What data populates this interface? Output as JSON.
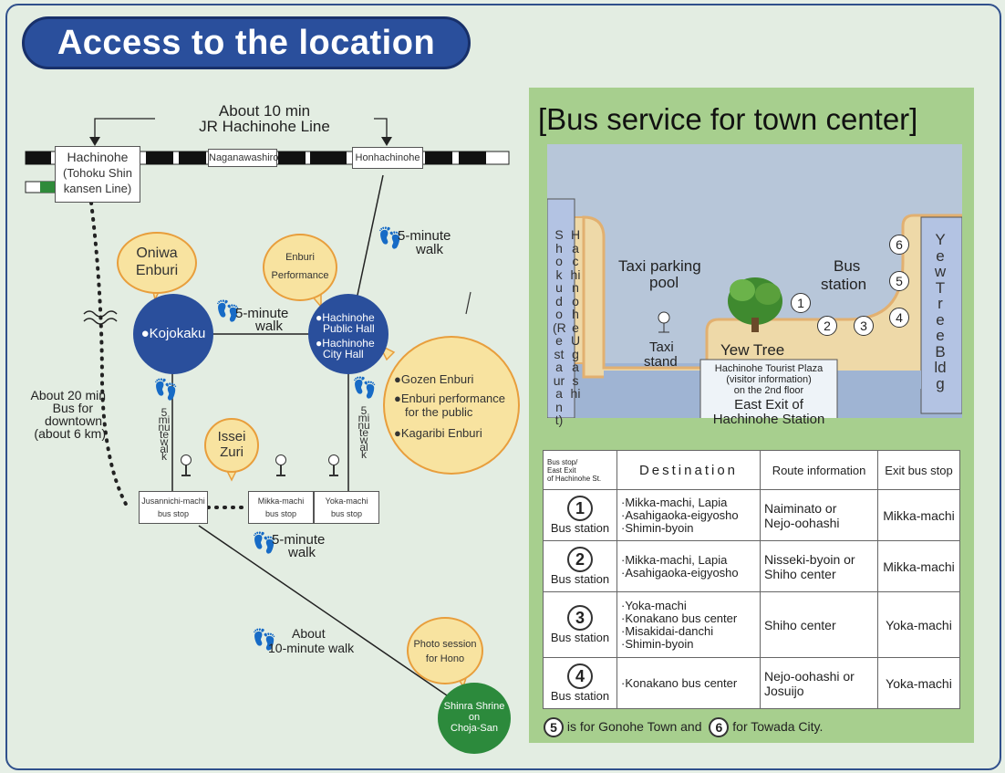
{
  "title": "Access to the location",
  "left_map": {
    "jr_top": "About 10 min",
    "jr_line": "JR Hachinohe Line",
    "hachinohe_station": "Hachinohe",
    "hachinohe_sub1": "(Tohoku Shin",
    "hachinohe_sub2": "kansen Line)",
    "naganawashiro": "Naganawashiro",
    "honhachinohe": "Honhachinohe",
    "walk5_honhachinohe_1": "5-minute",
    "walk5_honhachinohe_2": "walk",
    "oniwa_1": "Oniwa",
    "oniwa_2": "Enburi",
    "enburi_perf_1": "Enburi",
    "enburi_perf_2": "Performance",
    "kojokaku": "●Kojokaku",
    "walk5_mid_1": "5-minute",
    "walk5_mid_2": "walk",
    "hall_public_1": "●Hachinohe",
    "hall_public_2": "Public Hall",
    "hall_city_1": "●Hachinohe",
    "hall_city_2": "City Hall",
    "gozen": "●Gozen Enburi",
    "enburi_public_1": "●Enburi performance",
    "enburi_public_2": "for the public",
    "kagaribi": "●Kagaribi Enburi",
    "bus20_1": "About 20 min",
    "bus20_2": "Bus for",
    "bus20_3": "downtown",
    "bus20_4": "(about 6 km)",
    "vert_walk": "5minutewalk",
    "issei_1": "Issei",
    "issei_2": "Zuri",
    "jusannichi_1": "Jusannichi-machi",
    "jusannichi_2": "bus stop",
    "mikka_1": "Mikka-machi",
    "mikka_2": "bus stop",
    "yoka_1": "Yoka-machi",
    "yoka_2": "bus stop",
    "walk5_bottom_1": "5-minute",
    "walk5_bottom_2": "walk",
    "about10_1": "About",
    "about10_2": "10-minute walk",
    "photo_1": "Photo session",
    "photo_2": "for Hono",
    "shinra_1": "Shinra Shrine",
    "shinra_2": "on",
    "shinra_3": "Choja-San"
  },
  "bus_map": {
    "heading": "[Bus service for town center]",
    "shokudo": "Shokudo(Restaurant)",
    "ugashi": "HachinoheUgashi",
    "taxi_pool_1": "Taxi parking",
    "taxi_pool_2": "pool",
    "taxi_stand_1": "Taxi",
    "taxi_stand_2": "stand",
    "yew_tree": "Yew Tree",
    "bus_station_1": "Bus",
    "bus_station_2": "station",
    "yew_bldg": "YewTreeBldg",
    "plaza_1": "Hachinohe Tourist Plaza",
    "plaza_2": "(visitor information)",
    "plaza_3": "on the 2nd floor",
    "east_exit_1": "East Exit of",
    "east_exit_2": "Hachinohe Station",
    "stops": [
      "1",
      "2",
      "3",
      "4",
      "5",
      "6"
    ]
  },
  "bus_table": {
    "header_stop": [
      "Bus stop/",
      "East Exit",
      "of Hachinohe St."
    ],
    "header_dest": "Destination",
    "header_route": "Route information",
    "header_exit": "Exit bus stop",
    "rows": [
      {
        "num": "1",
        "station": "Bus station",
        "dest": [
          "·Mikka-machi, Lapia",
          "·Asahigaoka-eigyosho",
          "·Shimin-byoin"
        ],
        "route": [
          "Naiminato or",
          "Nejo-oohashi"
        ],
        "exit": "Mikka-machi"
      },
      {
        "num": "2",
        "station": "Bus station",
        "dest": [
          "·Mikka-machi, Lapia",
          "·Asahigaoka-eigyosho"
        ],
        "route": [
          "Nisseki-byoin or",
          "Shiho center"
        ],
        "exit": "Mikka-machi"
      },
      {
        "num": "3",
        "station": "Bus station",
        "dest": [
          "·Yoka-machi",
          "·Konakano bus center",
          "·Misakidai-danchi",
          "·Shimin-byoin"
        ],
        "route": [
          "Shiho center"
        ],
        "exit": "Yoka-machi"
      },
      {
        "num": "4",
        "station": "Bus station",
        "dest": [
          "·Konakano bus center"
        ],
        "route": [
          "Nejo-oohashi or",
          "Josuijo"
        ],
        "exit": "Yoka-machi"
      }
    ],
    "footnote_num1": "5",
    "footnote_text1": "is for Gonohe Town and",
    "footnote_num2": "6",
    "footnote_text2": "for Towada City."
  }
}
